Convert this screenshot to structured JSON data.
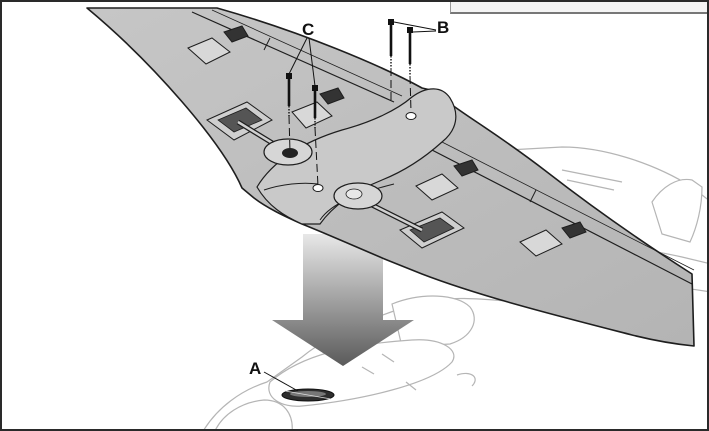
{
  "callouts": {
    "a": "A",
    "b": "B",
    "c": "C"
  },
  "colors": {
    "wing_fill": "#bdbdbd",
    "wing_stroke": "#222222",
    "fuselage_fill": "#ffffff",
    "fuselage_stroke": "#b8b8b8",
    "arrow_dark": "#555555",
    "arrow_light": "#e6e6e6",
    "border": "#2a2a2a"
  }
}
